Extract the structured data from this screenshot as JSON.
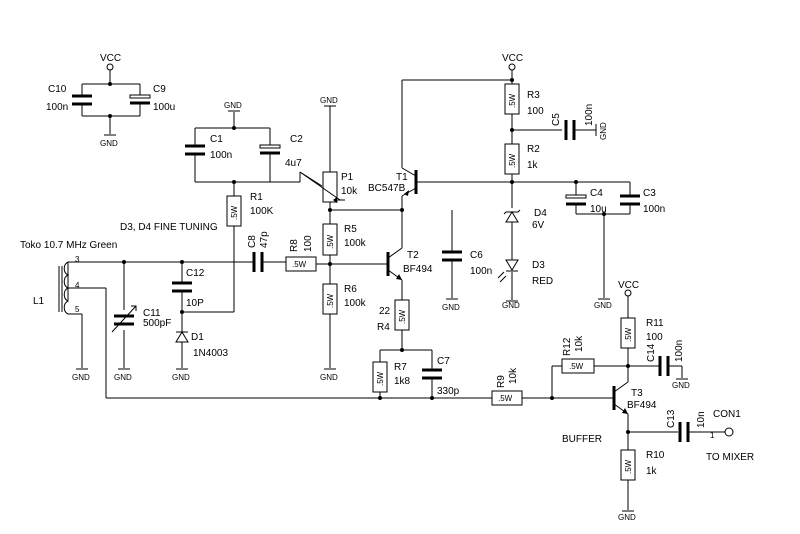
{
  "labels": {
    "vcc": "VCC",
    "gnd": "GND",
    "fine_tuning": "D3, D4 FINE TUNING",
    "buffer": "BUFFER",
    "to_mixer": "TO MIXER"
  },
  "resistors": {
    "power": ".5W"
  },
  "components": {
    "c10": {
      "ref": "C10",
      "value": "100n"
    },
    "c9": {
      "ref": "C9",
      "value": "100u"
    },
    "c1": {
      "ref": "C1",
      "value": "100n"
    },
    "c2": {
      "ref": "C2",
      "value": "4u7"
    },
    "r1": {
      "ref": "R1",
      "value": "100K"
    },
    "p1": {
      "ref": "P1",
      "value": "10k"
    },
    "r5": {
      "ref": "R5",
      "value": "100k"
    },
    "r6": {
      "ref": "R6",
      "value": "100k"
    },
    "r8": {
      "ref": "R8",
      "value": "100"
    },
    "c8": {
      "ref": "C8",
      "value": "47p"
    },
    "l1": {
      "ref": "L1",
      "description": "Toko 10.7 MHz Green",
      "pin3": "3",
      "pin4": "4",
      "pin5": "5"
    },
    "c12": {
      "ref": "C12",
      "value": "10P"
    },
    "c11": {
      "ref": "C11",
      "value": "500pF"
    },
    "d1": {
      "ref": "D1",
      "value": "1N4003"
    },
    "t1": {
      "ref": "T1",
      "value": "BC547B"
    },
    "t2": {
      "ref": "T2",
      "value": "BF494"
    },
    "c6": {
      "ref": "C6",
      "value": "100n"
    },
    "r4": {
      "ref": "R4",
      "value": "22"
    },
    "r7": {
      "ref": "R7",
      "value": "1k8"
    },
    "c7": {
      "ref": "C7",
      "value": "330p"
    },
    "r3": {
      "ref": "R3",
      "value": "100"
    },
    "c5": {
      "ref": "C5",
      "value": "100n"
    },
    "r2": {
      "ref": "R2",
      "value": "1k"
    },
    "c4": {
      "ref": "C4",
      "value": "10u"
    },
    "c3": {
      "ref": "C3",
      "value": "100n"
    },
    "d4": {
      "ref": "D4",
      "value": "6V"
    },
    "d3": {
      "ref": "D3",
      "value": "RED"
    },
    "r12": {
      "ref": "R12",
      "value": "10k"
    },
    "r11": {
      "ref": "R11",
      "value": "100"
    },
    "c14": {
      "ref": "C14",
      "value": "100n"
    },
    "r9": {
      "ref": "R9",
      "value": "10k"
    },
    "t3": {
      "ref": "T3",
      "value": "BF494"
    },
    "c13": {
      "ref": "C13",
      "value": "10n"
    },
    "con1": {
      "ref": "CON1",
      "pin": "1"
    },
    "r10": {
      "ref": "R10",
      "value": "1k"
    }
  }
}
